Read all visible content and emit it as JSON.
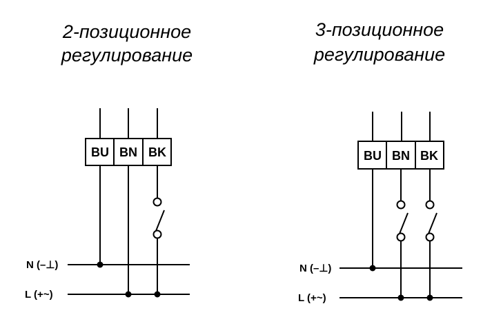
{
  "left": {
    "title_line1": "2-позиционное",
    "title_line2": "регулирование",
    "terminals": [
      "BU",
      "BN",
      "BK"
    ],
    "rail_neutral": "N (–⊥)",
    "rail_live": "L (+~)"
  },
  "right": {
    "title_line1": "3-позиционное",
    "title_line2": "регулирование",
    "terminals": [
      "BU",
      "BN",
      "BK"
    ],
    "rail_neutral": "N (–⊥)",
    "rail_live": "L (+~)"
  }
}
